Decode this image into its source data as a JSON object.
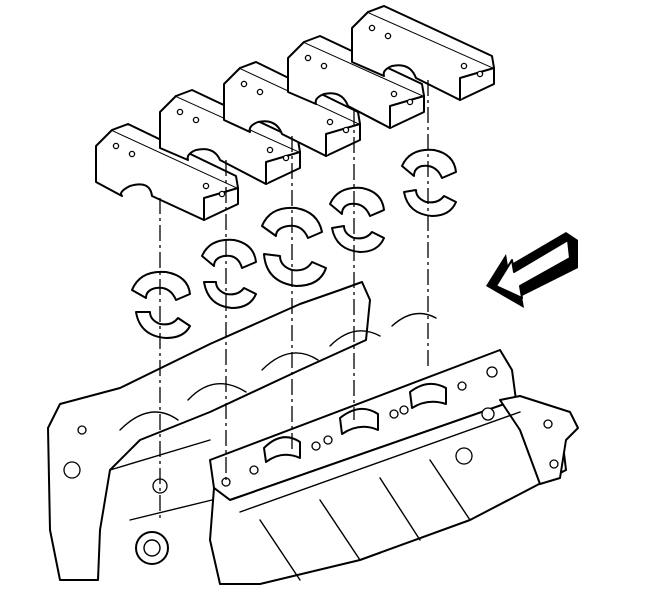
{
  "diagram": {
    "colors": {
      "line": "#000000",
      "background": "#ffffff"
    },
    "components": [
      "main-bearing-cap-1",
      "main-bearing-cap-2",
      "main-bearing-cap-3",
      "main-bearing-cap-4",
      "main-bearing-cap-5",
      "bearing-insert-1",
      "bearing-insert-2",
      "bearing-insert-3",
      "bearing-insert-4",
      "bearing-insert-5",
      "engine-block",
      "direction-arrow"
    ],
    "cap_count": 5,
    "bearing_count": 5
  }
}
